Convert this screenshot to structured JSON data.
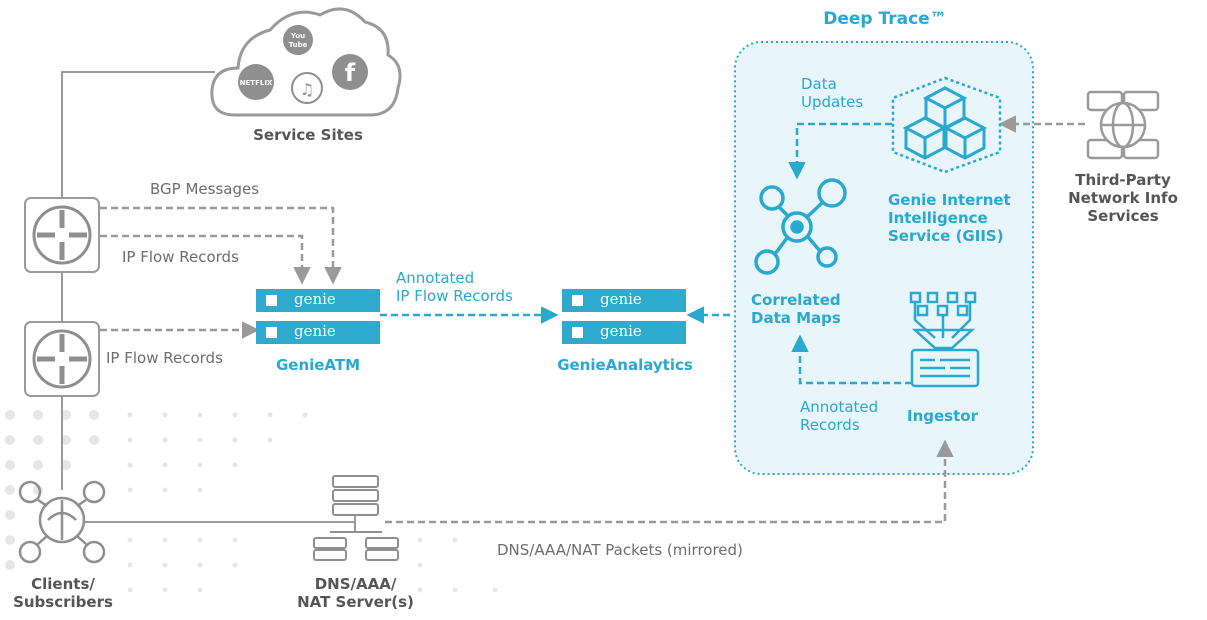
{
  "service_sites": {
    "label": "Service Sites",
    "logos": {
      "youtube": "You Tube",
      "netflix": "NETFLIX"
    }
  },
  "deep_trace": {
    "title": "Deep Trace™"
  },
  "edges": {
    "bgp": "BGP Messages",
    "ipflow1": "IP Flow Records",
    "ipflow2": "IP Flow Records",
    "annotated_ip_flow": "Annotated\nIP Flow Records",
    "data_updates": "Data\nUpdates",
    "annotated_records": "Annotated\nRecords",
    "dns_packets": "DNS/AAA/NAT Packets (mirrored)"
  },
  "nodes": {
    "genie_atm": "GenieATM",
    "genie_analytics": "GenieAnalaytics",
    "genie_word": "genie",
    "giis": "Genie Internet\nIntelligence\nService (GIIS)",
    "correlated": "Correlated\nData Maps",
    "ingestor": "Ingestor",
    "third_party": "Third-Party\nNetwork Info\nServices",
    "clients": "Clients/\nSubscribers",
    "dns_server": "DNS/AAA/\nNAT Server(s)"
  },
  "colors": {
    "accent": "#29a8d0",
    "gray": "#9a9a9a",
    "panel": "#e8f5fa"
  }
}
